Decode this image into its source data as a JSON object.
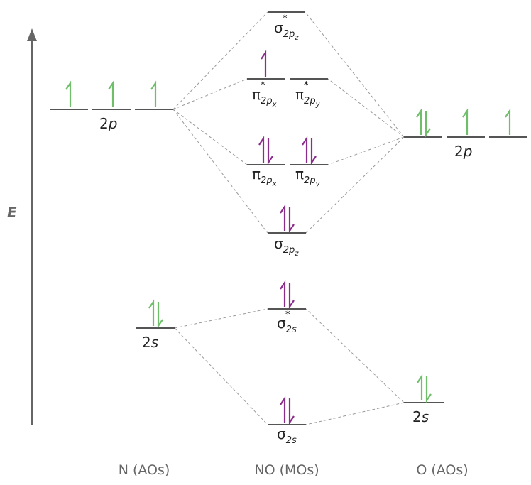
{
  "axis": {
    "label": "E"
  },
  "columns": [
    {
      "id": "n",
      "label": "N (AOs)"
    },
    {
      "id": "mo",
      "label": "NO (MOs)"
    },
    {
      "id": "o",
      "label": "O (AOs)"
    }
  ],
  "colors": {
    "ao_electron": "#6fbf6a",
    "mo_electron": "#8b2d8b",
    "level": "#555555",
    "connector": "#999999",
    "axis": "#666666"
  },
  "n_levels": {
    "p": {
      "label_main": "2",
      "label_sub": "p",
      "electrons": [
        "up",
        "up",
        "up"
      ]
    },
    "s": {
      "label_main": "2",
      "label_sub": "s",
      "electrons": [
        "pair"
      ]
    }
  },
  "o_levels": {
    "p": {
      "label_main": "2",
      "label_sub": "p",
      "electrons": [
        "pair",
        "up",
        "up"
      ]
    },
    "s": {
      "label_main": "2",
      "label_sub": "s",
      "electrons": [
        "pair"
      ]
    }
  },
  "mo_levels": {
    "sigma_star_2pz": {
      "sym": "σ",
      "star": "*",
      "sub": "2p",
      "subsub": "z",
      "electrons": []
    },
    "pi_star_2px": {
      "sym": "π",
      "star": "*",
      "sub": "2p",
      "subsub": "x",
      "electrons": [
        "up"
      ]
    },
    "pi_star_2py": {
      "sym": "π",
      "star": "*",
      "sub": "2p",
      "subsub": "y",
      "electrons": []
    },
    "pi_2px": {
      "sym": "π",
      "star": "",
      "sub": "2p",
      "subsub": "x",
      "electrons": [
        "pair"
      ]
    },
    "pi_2py": {
      "sym": "π",
      "star": "",
      "sub": "2p",
      "subsub": "y",
      "electrons": [
        "pair"
      ]
    },
    "sigma_2pz": {
      "sym": "σ",
      "star": "",
      "sub": "2p",
      "subsub": "z",
      "electrons": [
        "pair"
      ]
    },
    "sigma_star_2s": {
      "sym": "σ",
      "star": "*",
      "sub": "2s",
      "subsub": "",
      "electrons": [
        "pair"
      ]
    },
    "sigma_2s": {
      "sym": "σ",
      "star": "",
      "sub": "2s",
      "subsub": "",
      "electrons": [
        "pair"
      ]
    }
  }
}
